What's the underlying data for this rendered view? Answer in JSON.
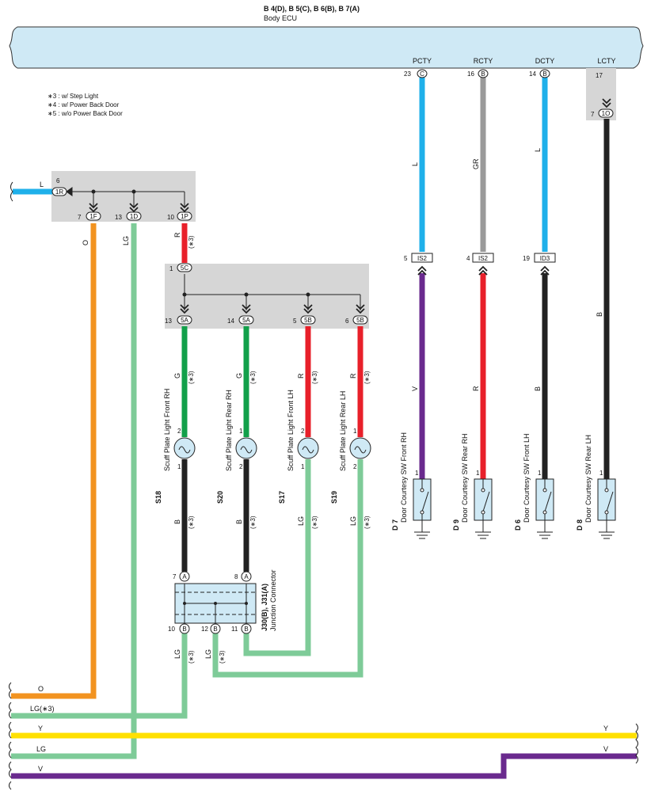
{
  "ecu": {
    "title": "B 4(D), B 5(C), B 6(B), B 7(A)",
    "subtitle": "Body ECU",
    "terminals": [
      {
        "name": "PCTY",
        "pin": "23",
        "conn": "C"
      },
      {
        "name": "RCTY",
        "pin": "16",
        "conn": "B"
      },
      {
        "name": "DCTY",
        "pin": "14",
        "conn": "B"
      },
      {
        "name": "LCTY",
        "pin": "17",
        "conn": ""
      }
    ]
  },
  "notes": [
    "∗3 : w/ Step Light",
    "∗4 : w/ Power Back Door",
    "∗5 : w/o Power Back Door"
  ],
  "jb1": {
    "in": {
      "pin": "6",
      "conn": "1R",
      "wire": "L"
    },
    "outs": [
      {
        "pin": "7",
        "conn": "1F",
        "wire": "O"
      },
      {
        "pin": "13",
        "conn": "1D",
        "wire": "LG"
      },
      {
        "pin": "10",
        "conn": "1P",
        "wire": "R",
        "note": "(∗3)"
      }
    ]
  },
  "jb2": {
    "in": {
      "pin": "1",
      "conn": "5C"
    },
    "outs": [
      {
        "pin": "13",
        "conn": "5A",
        "wire": "G",
        "note": "(∗3)"
      },
      {
        "pin": "14",
        "conn": "5A",
        "wire": "G",
        "note": "(∗3)"
      },
      {
        "pin": "5",
        "conn": "5B",
        "wire": "R",
        "note": "(∗3)"
      },
      {
        "pin": "6",
        "conn": "5B",
        "wire": "R",
        "note": "(∗3)"
      }
    ]
  },
  "lights": [
    {
      "code": "S18",
      "name": "Scuff Plate Light Front RH",
      "pin_top": "2",
      "pin_bot": "1",
      "wire_out": "B",
      "note": "(∗3)"
    },
    {
      "code": "S20",
      "name": "Scuff Plate Light Rear RH",
      "pin_top": "1",
      "pin_bot": "2",
      "wire_out": "B",
      "note": "(∗3)"
    },
    {
      "code": "S17",
      "name": "Scuff Plate Light Front LH",
      "pin_top": "2",
      "pin_bot": "1",
      "wire_out": "LG",
      "note": "(∗3)"
    },
    {
      "code": "S19",
      "name": "Scuff Plate Light Rear LH",
      "pin_top": "1",
      "pin_bot": "2",
      "wire_out": "LG",
      "note": "(∗3)"
    }
  ],
  "junction": {
    "code": "J30(B), J31(A)",
    "name": "Junction Connector",
    "pins_top": [
      {
        "pin": "7",
        "conn": "A"
      },
      {
        "pin": "8",
        "conn": "A"
      }
    ],
    "pins_bot": [
      {
        "pin": "10",
        "conn": "B"
      },
      {
        "pin": "12",
        "conn": "B"
      },
      {
        "pin": "11",
        "conn": "B"
      }
    ],
    "wire_left": "LG",
    "wire_left_note": "(∗3)",
    "wire_mid": "LG",
    "wire_mid_note": "(∗3)"
  },
  "connectors": [
    {
      "pin": "5",
      "conn": "IS2",
      "wire_top": "L",
      "wire_bot": "V"
    },
    {
      "pin": "4",
      "conn": "IS2",
      "wire_top": "GR",
      "wire_bot": "R"
    },
    {
      "pin": "19",
      "conn": "ID3",
      "wire_top": "L",
      "wire_bot": "B"
    },
    {
      "pin": "7",
      "conn": "1O",
      "wire_top": "B",
      "wire_bot": ""
    }
  ],
  "switches": [
    {
      "code": "D 7",
      "name": "Door Courtesy SW Front RH",
      "pin": "1"
    },
    {
      "code": "D 9",
      "name": "Door Courtesy SW Rear RH",
      "pin": "1"
    },
    {
      "code": "D 6",
      "name": "Door Courtesy SW Front LH",
      "pin": "1"
    },
    {
      "code": "D 8",
      "name": "Door Courtesy SW Rear LH",
      "pin": "1"
    }
  ],
  "bus_labels": {
    "o": "O",
    "lg3": "LG(∗3)",
    "y": "Y",
    "y_right": "Y",
    "lg": "LG",
    "v_right": "V",
    "v": "V"
  },
  "colors": {
    "L": "#1fb0ea",
    "GR": "#9a9a9a",
    "O": "#f29320",
    "LG": "#7ecb98",
    "R": "#e8202a",
    "G": "#12a04a",
    "B": "#222222",
    "V": "#6a2a8e",
    "Y": "#ffe000",
    "ecu_fill": "#cfe9f5",
    "jb_fill": "#d6d6d6"
  }
}
